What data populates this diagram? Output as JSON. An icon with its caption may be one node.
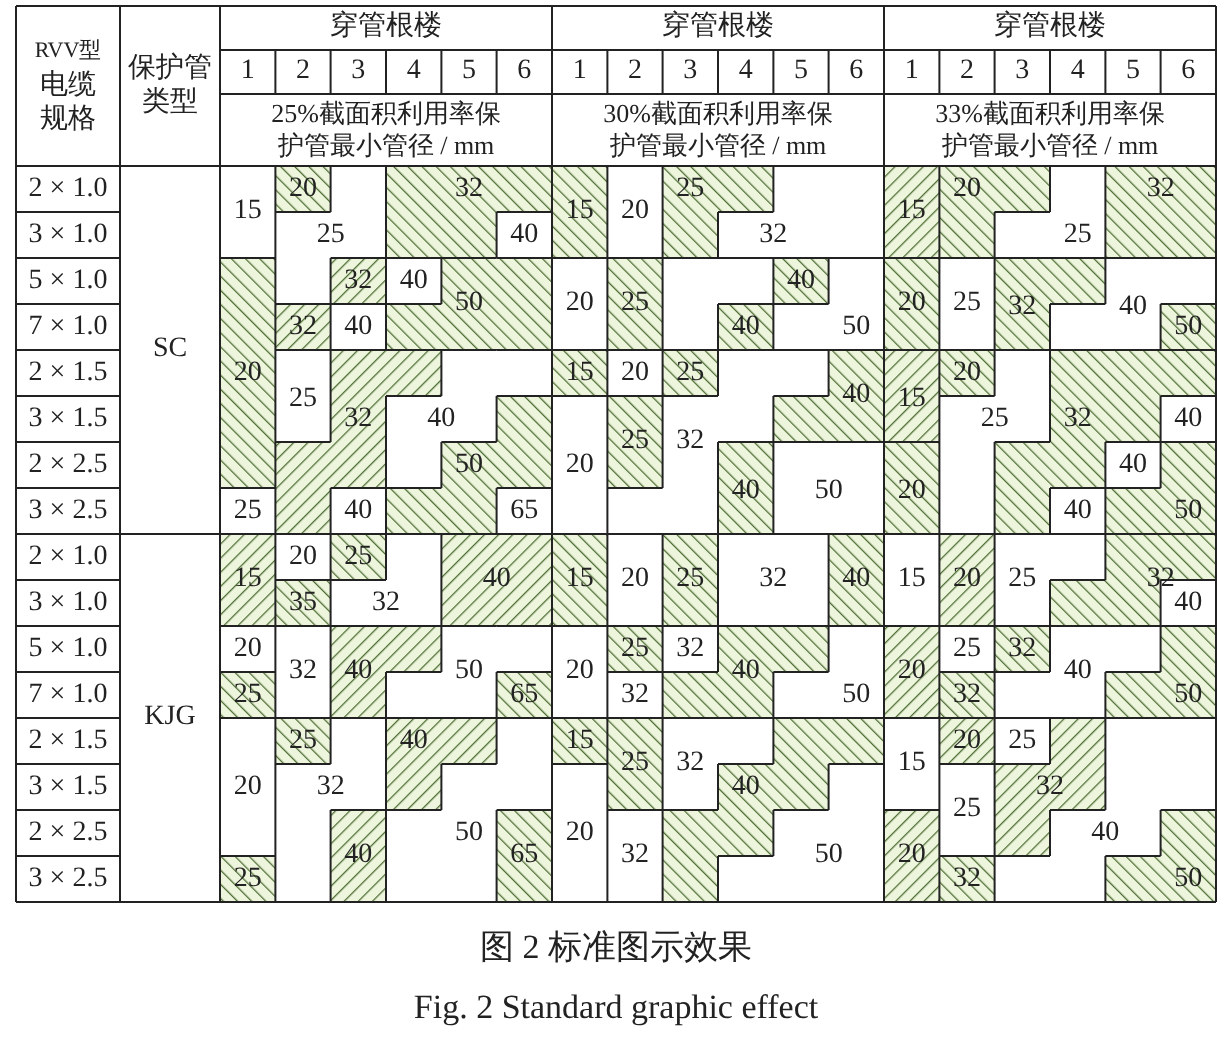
{
  "diagram": {
    "caption": "图 2 标准图示效果",
    "labels": [
      "RVV型电缆规格",
      "保护管类型",
      "穿管根楼",
      "穿管根楼",
      "穿管根楼",
      "1",
      "2",
      "3",
      "4",
      "5",
      "6",
      "1",
      "2",
      "3",
      "4",
      "5",
      "6",
      "1",
      "2",
      "3",
      "4",
      "5",
      "6",
      "25%截面积利用率保护管最小管径 / mm",
      "30%截面积利用率保护管最小管径 / mm",
      "33%截面积利用率保护管最小管径 / mm",
      "2 × 1.0",
      "3 × 1.0",
      "5 × 1.0",
      "7 × 1.0",
      "2 × 1.5",
      "3 × 1.5",
      "2 × 2.5",
      "3 × 2.5",
      "2 × 1.0",
      "3 × 1.0",
      "5 × 1.0",
      "7 × 1.0",
      "2 × 1.5",
      "3 × 1.5",
      "2 × 2.5",
      "3 × 2.5",
      "SC",
      "KJG",
      "20",
      "32",
      "15",
      "25",
      "40",
      "32",
      "40",
      "50",
      "32",
      "40",
      "20",
      "25",
      "32",
      "40",
      "50",
      "25",
      "40",
      "65",
      "25",
      "15",
      "20",
      "32",
      "40",
      "20",
      "25",
      "40",
      "50",
      "15",
      "20",
      "25",
      "40",
      "25",
      "32",
      "20",
      "40",
      "50",
      "20",
      "32",
      "15",
      "25",
      "20",
      "25",
      "32",
      "40",
      "50",
      "20",
      "15",
      "25",
      "32",
      "40",
      "40",
      "20",
      "40",
      "50",
      "20",
      "25",
      "15",
      "40",
      "35",
      "32",
      "20",
      "32",
      "40",
      "50",
      "25",
      "65",
      "25",
      "40",
      "20",
      "32",
      "50",
      "40",
      "65",
      "25",
      "15",
      "20",
      "25",
      "32",
      "40",
      "25",
      "32",
      "20",
      "40",
      "32",
      "50",
      "15",
      "25",
      "32",
      "40",
      "20",
      "32",
      "50",
      "15",
      "20",
      "25",
      "32",
      "40",
      "25",
      "32",
      "20",
      "40",
      "32",
      "50",
      "20",
      "25",
      "15",
      "32",
      "25",
      "40",
      "20",
      "32",
      "50",
      "Fig. 2 Standard graphic effect"
    ]
  }
}
